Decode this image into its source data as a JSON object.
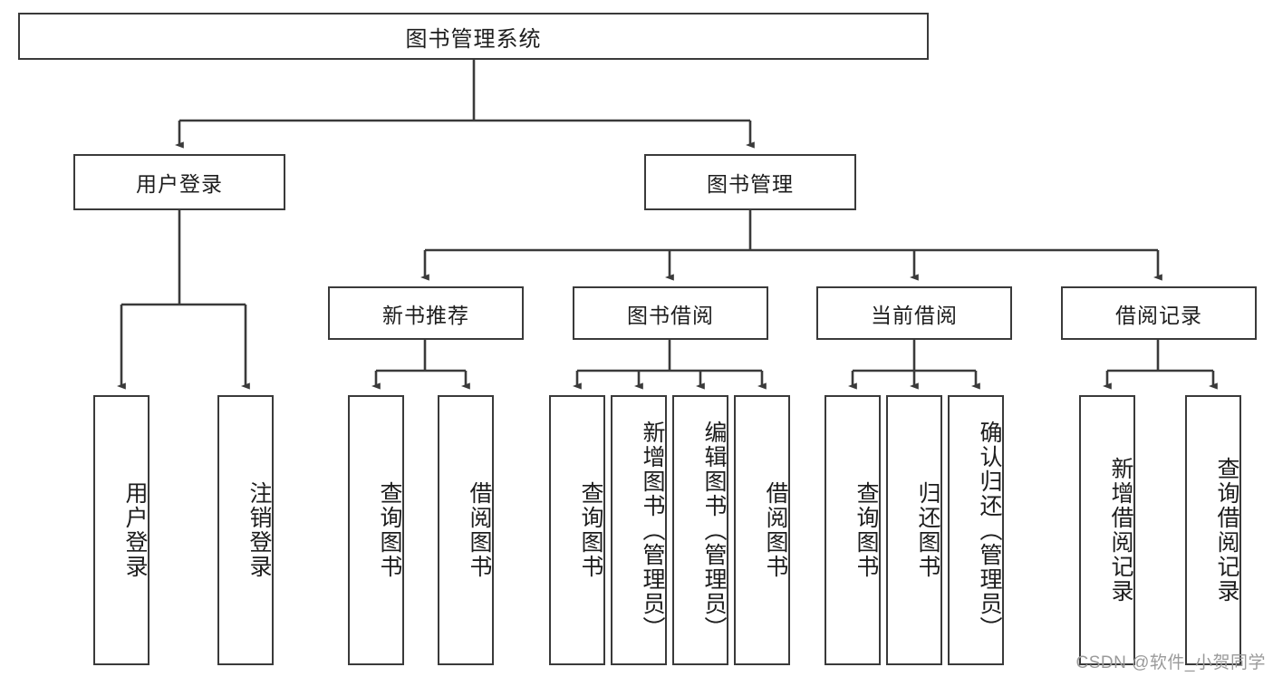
{
  "diagram": {
    "title": "图书管理系统",
    "type": "tree",
    "watermark": "CSDN @软件_小贺同学",
    "colors": {
      "stroke": "#3a3a3a",
      "fill": "#ffffff",
      "text": "#1d1d1d",
      "watermark": "#9a9a9a"
    },
    "nodes": {
      "root": {
        "label": "图书管理系统"
      },
      "level1": [
        {
          "id": "user-login",
          "label": "用户登录"
        },
        {
          "id": "book-manage",
          "label": "图书管理"
        }
      ],
      "level2": [
        {
          "id": "new-book-recommend",
          "label": "新书推荐"
        },
        {
          "id": "book-borrow",
          "label": "图书借阅"
        },
        {
          "id": "current-borrow",
          "label": "当前借阅"
        },
        {
          "id": "borrow-record",
          "label": "借阅记录"
        }
      ],
      "leaves": [
        {
          "id": "leaf-user-login",
          "label": "用户登录",
          "parent": "user-login"
        },
        {
          "id": "leaf-user-logout",
          "label": "注销登录",
          "parent": "user-login"
        },
        {
          "id": "leaf-query-book-1",
          "label": "查询图书",
          "parent": "new-book-recommend"
        },
        {
          "id": "leaf-borrow-book-1",
          "label": "借阅图书",
          "parent": "new-book-recommend"
        },
        {
          "id": "leaf-query-book-2",
          "label": "查询图书",
          "parent": "book-borrow"
        },
        {
          "id": "leaf-add-book",
          "label": "新增图书（管理员）",
          "parent": "book-borrow"
        },
        {
          "id": "leaf-edit-book",
          "label": "编辑图书（管理员）",
          "parent": "book-borrow"
        },
        {
          "id": "leaf-borrow-book-2",
          "label": "借阅图书",
          "parent": "book-borrow"
        },
        {
          "id": "leaf-query-book-3",
          "label": "查询图书",
          "parent": "current-borrow"
        },
        {
          "id": "leaf-return-book",
          "label": "归还图书",
          "parent": "current-borrow"
        },
        {
          "id": "leaf-confirm-return",
          "label": "确认归还（管理员）",
          "parent": "current-borrow"
        },
        {
          "id": "leaf-add-record",
          "label": "新增借阅记录",
          "parent": "borrow-record"
        },
        {
          "id": "leaf-query-record",
          "label": "查询借阅记录",
          "parent": "borrow-record"
        }
      ]
    }
  }
}
